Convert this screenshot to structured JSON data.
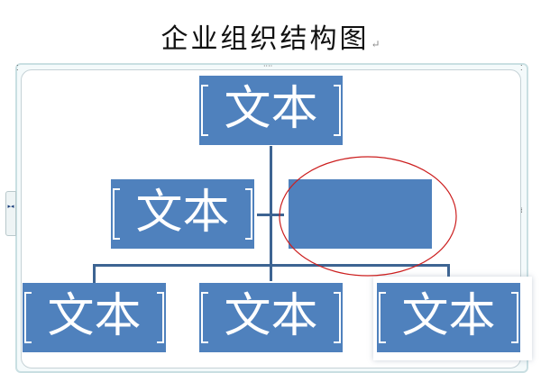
{
  "document": {
    "title": "企业组织结构图",
    "return_mark": "↵"
  },
  "smartart": {
    "text_pane_toggle": "▸◂",
    "nodes": [
      {
        "role": "top",
        "text": "文本"
      },
      {
        "role": "assistant-left",
        "text": "文本"
      },
      {
        "role": "assistant-right-selected",
        "text": ""
      },
      {
        "role": "bottom-1",
        "text": "文本"
      },
      {
        "role": "bottom-2",
        "text": "文本"
      },
      {
        "role": "bottom-3",
        "text": "文本"
      }
    ],
    "node_color": "#4f81bd",
    "connector_color": "#3d6492",
    "annotation_color": "#cc1f1f"
  }
}
